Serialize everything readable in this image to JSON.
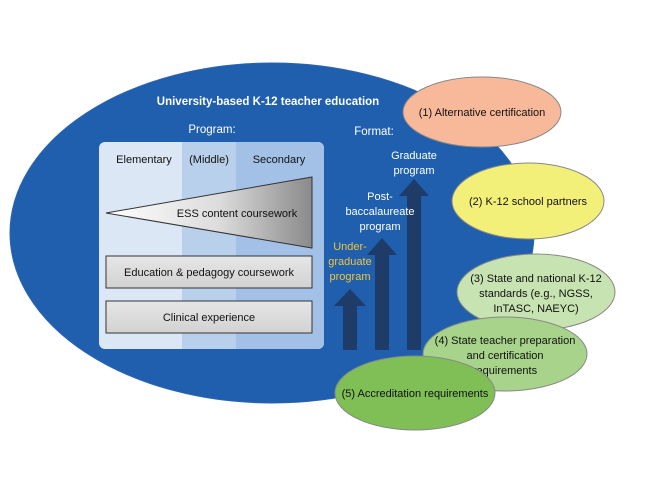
{
  "diagram": {
    "title": "University-based K-12 teacher education",
    "program_label": "Program:",
    "format_label": "Format:",
    "columns": [
      "Elementary",
      "(Middle)",
      "Secondary"
    ],
    "content_wedge": "ESS content coursework",
    "boxes": {
      "education": "Education & pedagogy coursework",
      "clinical": "Clinical experience"
    },
    "formats": {
      "undergrad": [
        "Under-",
        "graduate",
        "program"
      ],
      "postbac": [
        "Post-",
        "baccalaureate",
        "program"
      ],
      "grad": [
        "Graduate",
        "program"
      ]
    },
    "influences": {
      "alt_cert": "(1) Alternative certification",
      "school_partners": "(2) K-12 school partners",
      "standards": [
        "(3) State and national K-12",
        "standards (e.g., NGSS,",
        "InTASC, NAEYC)"
      ],
      "state_req": [
        "(4) State teacher preparation",
        "and certification",
        "requirements"
      ],
      "accreditation": "(5) Accreditation requirements"
    },
    "colors": {
      "main_ellipse": "#1f5fad",
      "panel": "#dbe7f5",
      "middle_col": "#b9d0ec",
      "secondary_col": "#a3c1e6",
      "arrow": "#1f3b68",
      "undergrad_text": "#f2c43d",
      "alt_cert": "#f8b99a",
      "school_partners": "#f3f07a",
      "standards": "#c7e3b1",
      "state_req": "#a7d38a",
      "accreditation": "#7fbf56"
    }
  }
}
